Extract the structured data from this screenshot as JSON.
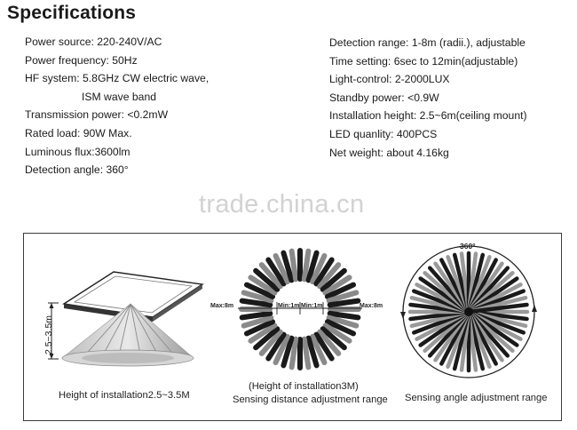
{
  "page": {
    "title": "Specifications",
    "watermark": "trade.china.cn"
  },
  "specs_left": [
    "Power source: 220-240V/AC",
    "Power frequency: 50Hz",
    "HF system: 5.8GHz CW electric wave,",
    "ISM wave band",
    "Transmission power: <0.2mW",
    "Rated load: 90W Max.",
    "Luminous flux:3600lm",
    "Detection angle: 360°"
  ],
  "specs_right": [
    "Detection range: 1-8m (radii.), adjustable",
    "Time setting: 6sec to 12min(adjustable)",
    "Light-control: 2-2000LUX",
    "Standby power: <0.9W",
    "Installation height: 2.5~6m(ceiling mount)",
    "LED quanlity: 400PCS",
    "Net weight: about 4.16kg"
  ],
  "diagrams": {
    "height": {
      "dimension_label": "2.5~3.5m",
      "caption": "Height of installation2.5~3.5M"
    },
    "distance": {
      "label_max_left": "Max:8m",
      "label_min_left": "Min:1m",
      "label_min_right": "Min:1m",
      "label_max_right": "Max:8m",
      "caption_line1": "(Height of installation3M)",
      "caption_line2": "Sensing distance adjustment range"
    },
    "angle": {
      "label": "360°",
      "caption": "Sensing angle adjustment range"
    }
  }
}
